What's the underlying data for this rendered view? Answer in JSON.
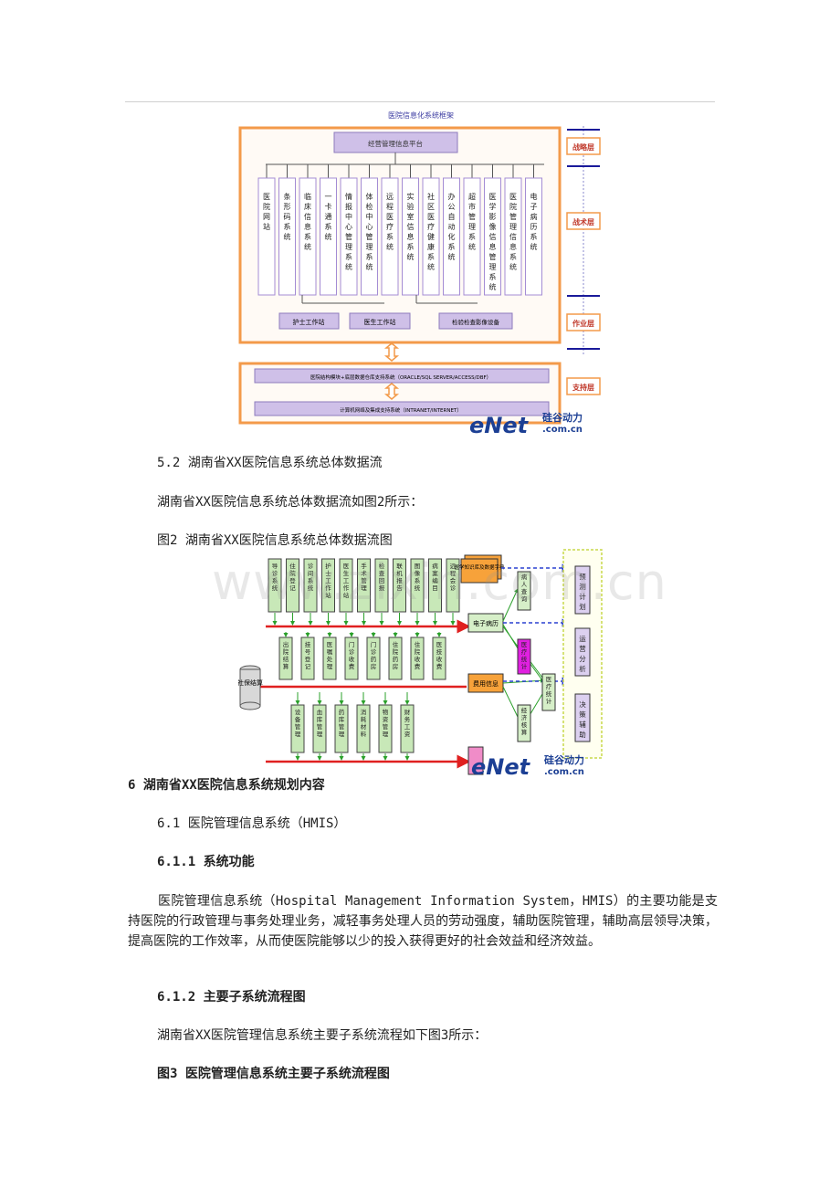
{
  "figure1": {
    "title": "医院信息化系统框架",
    "platform": "经营管理信息平台",
    "systems": [
      "医院网站",
      "条形码系统",
      "临床信息系统",
      "一卡通系统",
      "情报中心管理系统",
      "体检中心管理系统",
      "远程医疗系统",
      "实验室信息系统",
      "社区医疗健康系统",
      "办公自动化系统",
      "超市管理系统",
      "医学影像信息管理系统",
      "医院管理信息系统",
      "电子病历系统"
    ],
    "workstations": [
      "护士工作站",
      "医生工作站",
      "检验检查影像设备"
    ],
    "support_rows": [
      "医院结构模块+底层数据仓库支持系统（ORACLE/SQL SERVER/ACCESS/DBF）",
      "计算机网络及集成支持系统（INTRANET/INTERNET）"
    ],
    "layers": [
      "战略层",
      "战术层",
      "作业层",
      "支持层"
    ],
    "logo": "eNet硅谷动力 .com.cn"
  },
  "section_5_2": {
    "heading": "5.2  湖南省XX医院信息系统总体数据流",
    "intro": "湖南省XX医院信息系统总体数据流如图2所示：",
    "caption": "图2  湖南省XX医院信息系统总体数据流图"
  },
  "figure2": {
    "watermark": "www.zixin.com.cn",
    "row1": [
      "导诊系统",
      "住院登记",
      "诊间系统",
      "护士工作站",
      "医生工作站",
      "手术管理",
      "检查回报",
      "联机报告",
      "图像系统",
      "病案编目",
      "远程会诊"
    ],
    "row2": [
      "出院结算",
      "挂号登记",
      "医嘱处理",
      "门诊收费",
      "门诊药房",
      "住院药房",
      "住院收费",
      "医技收费"
    ],
    "row3": [
      "设备管理",
      "血库管理",
      "药库管理",
      "消耗材料",
      "物资管理",
      "财务工资"
    ],
    "social": "社保结算",
    "mid": [
      "电子病历",
      "费用信息"
    ],
    "right_docs": [
      "医学知识库及数据字典"
    ],
    "right_boxes": [
      "病人查询",
      "医疗统计",
      "经济核算",
      "医疗统计"
    ],
    "far_right": [
      "预测计划",
      "运营分析",
      "决策辅助"
    ]
  },
  "section_6": {
    "heading": "6  湖南省XX医院信息系统规划内容"
  },
  "section_6_1": {
    "heading": "6.1  医院管理信息系统（HMIS）"
  },
  "section_6_1_1": {
    "heading": "6.1.1  系统功能",
    "body": "医院管理信息系统（Hospital Management Information System，HMIS）的主要功能是支持医院的行政管理与事务处理业务，减轻事务处理人员的劳动强度，辅助医院管理，辅助高层领导决策，提高医院的工作效率，从而使医院能够以少的投入获得更好的社会效益和经济效益。"
  },
  "section_6_1_2": {
    "heading": "6.1.2  主要子系统流程图",
    "intro": "湖南省XX医院管理信息系统主要子系统流程如下图3所示：",
    "caption": "图3  医院管理信息系统主要子系统流程图"
  }
}
